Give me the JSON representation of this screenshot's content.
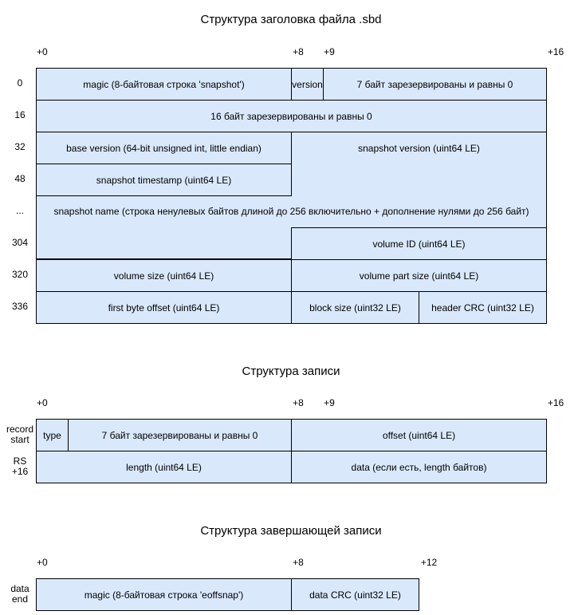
{
  "header": {
    "title": "Структура заголовка файла .sbd",
    "offsets": [
      "+0",
      "+8",
      "+9",
      "+16"
    ],
    "rows": [
      "0",
      "16",
      "32",
      "48",
      "...",
      "304",
      "320",
      "336"
    ],
    "cells": {
      "magic": "magic (8-байтовая строка 'snapshot')",
      "version": "version",
      "reserved7": "7 байт зарезервированы и равны 0",
      "reserved16": "16 байт зарезервированы и равны 0",
      "base_version": "base version (64-bit unsigned int, little endian)",
      "snapshot_version": "snapshot version (uint64 LE)",
      "snapshot_timestamp": "snapshot timestamp (uint64 LE)",
      "snapshot_name": "snapshot name (строка ненулевых байтов длиной до 256 включительно + дополнение нулями до 256 байт)",
      "volume_id": "volume ID (uint64 LE)",
      "volume_size": "volume size (uint64 LE)",
      "volume_part_size": "volume part size (uint64 LE)",
      "first_byte_offset": "first byte offset (uint64 LE)",
      "block_size": "block size (uint32 LE)",
      "header_crc": "header CRC (uint32 LE)"
    }
  },
  "record": {
    "title": "Структура записи",
    "offsets": [
      "+0",
      "+8",
      "+9",
      "+16"
    ],
    "rows": [
      "record start",
      "RS +16"
    ],
    "cells": {
      "type": "type",
      "reserved7": "7 байт зарезервированы и равны 0",
      "offset": "offset (uint64 LE)",
      "length": "length (uint64 LE)",
      "data": "data (если есть, length байтов)"
    }
  },
  "final": {
    "title": "Структура завершающей записи",
    "offsets": [
      "+0",
      "+8",
      "+12"
    ],
    "rows": [
      "data end"
    ],
    "cells": {
      "magic": "magic (8-байтовая строка 'eoffsnap')",
      "data_crc": "data CRC (uint32 LE)"
    }
  }
}
